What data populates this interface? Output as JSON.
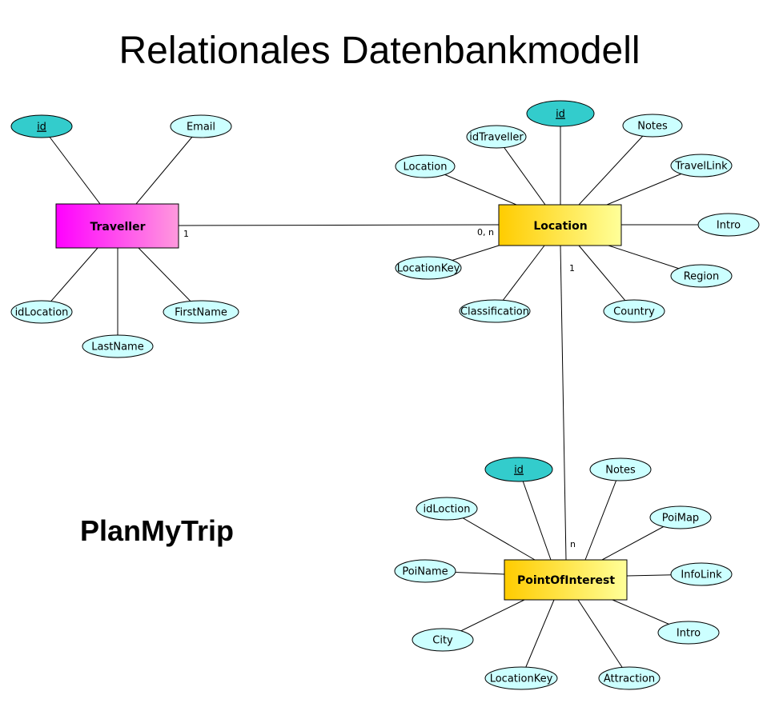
{
  "title": "Relationales Datenbankmodell",
  "subtitle": "PlanMyTrip",
  "colors": {
    "attribute_fill": "#ccffff",
    "key_attribute_fill": "#33cccc",
    "traveller_gradient": [
      "#ff00ff",
      "#ff99dd"
    ],
    "location_gradient": [
      "#ffcc00",
      "#ffff99"
    ]
  },
  "entities": {
    "traveller": {
      "label": "Traveller",
      "attributes": [
        {
          "label": "id",
          "key": true
        },
        {
          "label": "Email",
          "key": false
        },
        {
          "label": "idLocation",
          "key": false
        },
        {
          "label": "LastName",
          "key": false
        },
        {
          "label": "FirstName",
          "key": false
        }
      ]
    },
    "location": {
      "label": "Location",
      "attributes": [
        {
          "label": "id",
          "key": true
        },
        {
          "label": "idTraveller",
          "key": false
        },
        {
          "label": "Notes",
          "key": false
        },
        {
          "label": "Location",
          "key": false
        },
        {
          "label": "TravelLink",
          "key": false
        },
        {
          "label": "Intro",
          "key": false
        },
        {
          "label": "LocationKey",
          "key": false
        },
        {
          "label": "Region",
          "key": false
        },
        {
          "label": "Classification",
          "key": false
        },
        {
          "label": "Country",
          "key": false
        }
      ]
    },
    "poi": {
      "label": "PointOfInterest",
      "attributes": [
        {
          "label": "id",
          "key": true
        },
        {
          "label": "Notes",
          "key": false
        },
        {
          "label": "idLoction",
          "key": false
        },
        {
          "label": "PoiMap",
          "key": false
        },
        {
          "label": "PoiName",
          "key": false
        },
        {
          "label": "InfoLink",
          "key": false
        },
        {
          "label": "City",
          "key": false
        },
        {
          "label": "Intro",
          "key": false
        },
        {
          "label": "LocationKey",
          "key": false
        },
        {
          "label": "Attraction",
          "key": false
        }
      ]
    }
  },
  "relationships": [
    {
      "from": "traveller",
      "to": "location",
      "from_cardinality": "1",
      "to_cardinality": "0, n"
    },
    {
      "from": "location",
      "to": "poi",
      "from_cardinality": "1",
      "to_cardinality": "n"
    }
  ]
}
